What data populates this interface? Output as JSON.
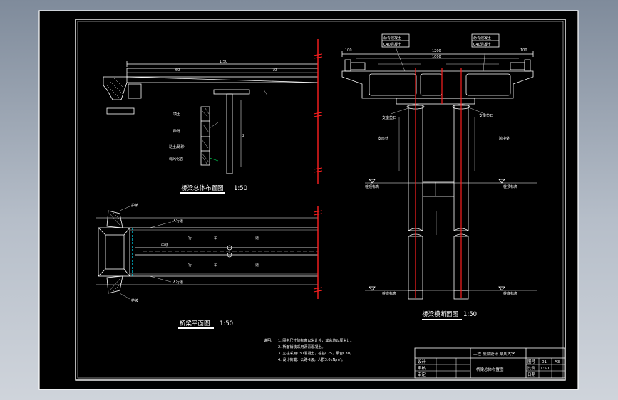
{
  "drawing": {
    "colors": {
      "background": "#000000",
      "linework": "#ffffff",
      "centerline": "#ff2020",
      "rebar_highlight": "#00e5ff",
      "window_bg": "#a5adb9"
    },
    "views": {
      "elevation": {
        "title": "桥梁总体布置图",
        "scale": "1:50",
        "dims": {
          "total": "1:50",
          "left_span": "60",
          "right_span": "70",
          "pier_height": "2"
        },
        "layer_labels": [
          "填土",
          "砂砾",
          "黏土/砾砂",
          "弱风化岩"
        ]
      },
      "plan": {
        "title": "桥梁平面图",
        "scale": "1:50",
        "lane_text": [
          "行",
          "车",
          "道"
        ],
        "labels": [
          "护坡",
          "人行道",
          "中线",
          "人行道",
          "护坡"
        ]
      },
      "section": {
        "title": "桥梁横断面图",
        "scale": "1:50",
        "dims": {
          "top_total": "1200",
          "deck": "1000",
          "side_left": "100",
          "side_right": "100"
        },
        "column_labels": [
          "支座处",
          "跨中处"
        ],
        "level_labels": [
          "桩顶标高",
          "桩顶标高",
          "桩底标高",
          "桩底标高"
        ],
        "bearing_label": "支座垫石",
        "note_boxes": [
          "沥青混凝土",
          "C40混凝土"
        ]
      }
    },
    "notes": {
      "heading": "说明:",
      "lines": [
        "1. 图中尺寸除标高以米计外，其余均以厘米计。",
        "2. 桥面铺装采用沥青混凝土。",
        "3. 立柱采用C30混凝土，桩基C25，承台C30。",
        "4. 设计荷载：公路-Ⅱ级，人群3.0kN/m²。"
      ]
    },
    "title_block": {
      "project": "工程 桥梁设计 某某大学",
      "drawing_name": "桥梁总体布置图",
      "rows": [
        "设计",
        "审核",
        "审定"
      ],
      "cells": [
        "图号",
        "比例",
        "日期",
        "01",
        "1:50",
        "A3"
      ]
    }
  }
}
